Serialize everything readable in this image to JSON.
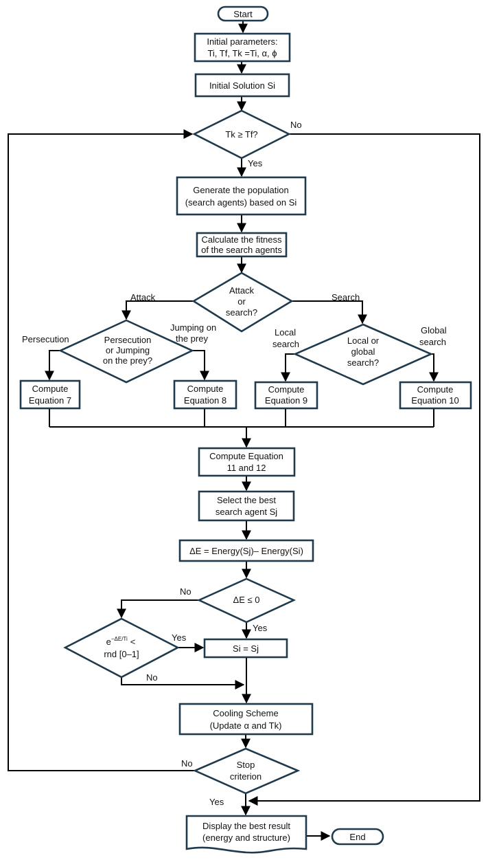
{
  "nodes": {
    "start": "Start",
    "init_params_1": "Initial parameters:",
    "init_params_2": "Ti, Tf, Tk =Ti, α, ϕ",
    "init_solution": "Initial Solution Si",
    "dec_tk_1": "Tk ≥ Tf?",
    "gen_pop_1": "Generate the population",
    "gen_pop_2": "(search agents) based on Si",
    "calc_fit_1": "Calculate the fitness",
    "calc_fit_2": "of the search agents",
    "dec_attack_1": "Attack",
    "dec_attack_2": "or",
    "dec_attack_3": "search?",
    "dec_pers_1": "Persecution",
    "dec_pers_2": "or Jumping",
    "dec_pers_3": "on the prey?",
    "dec_local_1": "Local or",
    "dec_local_2": "global",
    "dec_local_3": "search?",
    "eq7_1": "Compute",
    "eq7_2": "Equation 7",
    "eq8_1": "Compute",
    "eq8_2": "Equation 8",
    "eq9_1": "Compute",
    "eq9_2": "Equation 9",
    "eq10_1": "Compute",
    "eq10_2": "Equation 10",
    "eq11_1": "Compute Equation",
    "eq11_2": "11 and 12",
    "select_1": "Select the best",
    "select_2": "search agent Sj",
    "delta_e": "ΔE = Energy(Sj)– Energy(Si)",
    "dec_delta": "ΔE ≤ 0",
    "dec_exp_base": "e",
    "dec_exp_sup": "−ΔE/Ti",
    "dec_exp_lt": "<",
    "dec_exp_2": "rnd [0–1]",
    "si_sj": "Si = Sj",
    "cool_1": "Cooling Scheme",
    "cool_2": "(Update α and Tk)",
    "dec_stop_1": "Stop",
    "dec_stop_2": "criterion",
    "display_1": "Display the best result",
    "display_2": "(energy and structure)",
    "end": "End"
  },
  "edge_labels": {
    "tk_no": "No",
    "tk_yes": "Yes",
    "attack": "Attack",
    "search": "Search",
    "persecution": "Persecution",
    "jumping_1": "Jumping on",
    "jumping_2": "the prey",
    "local_1": "Local",
    "local_2": "search",
    "global_1": "Global",
    "global_2": "search",
    "delta_no": "No",
    "delta_yes": "Yes",
    "exp_yes": "Yes",
    "exp_no": "No",
    "stop_no": "No",
    "stop_yes": "Yes"
  },
  "colors": {
    "box_stroke": "#1f3a4d",
    "line": "#000000"
  }
}
